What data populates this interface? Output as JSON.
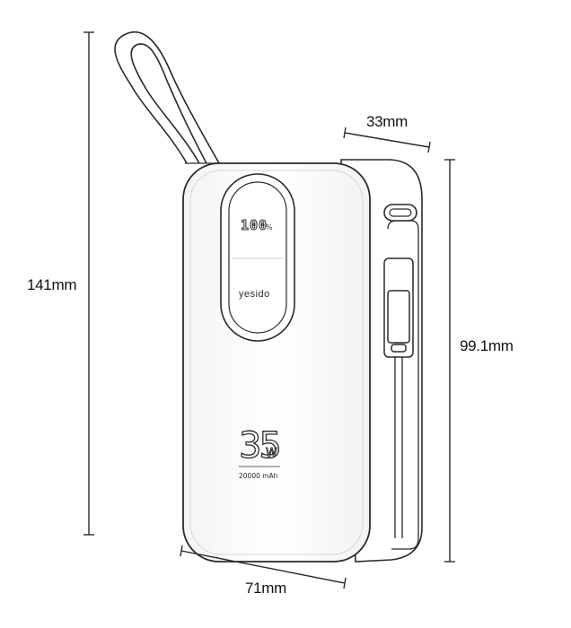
{
  "dimensions": {
    "height_total": "141mm",
    "height_side": "99.1mm",
    "depth": "33mm",
    "width": "71mm"
  },
  "device": {
    "brand": "yesido",
    "display_value": "100",
    "display_unit": "%",
    "power_value": "35",
    "power_unit": "W",
    "capacity": "20000 mAh"
  },
  "colors": {
    "stroke": "#2a2a2a",
    "fill": "#ffffff",
    "shadow": "#e9e9e9"
  }
}
